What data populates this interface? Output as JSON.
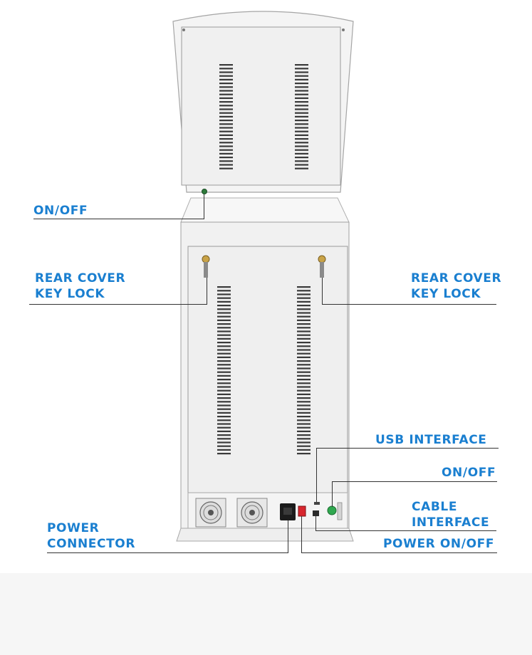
{
  "labels": {
    "on_off_top": "ON/OFF",
    "rear_cover_left_line1": "REAR COVER",
    "rear_cover_left_line2": "KEY LOCK",
    "rear_cover_right_line1": "REAR COVER",
    "rear_cover_right_line2": "KEY LOCK",
    "usb_interface": "USB INTERFACE",
    "on_off_right": "ON/OFF",
    "cable_interface_line1": "CABLE",
    "cable_interface_line2": "INTERFACE",
    "power_connector_line1": "POWER",
    "power_connector_line2": "CONNECTOR",
    "power_on_off": "POWER ON/OFF"
  },
  "colors": {
    "label_blue": "#1a7fd0",
    "body_white": "#f2f2f2",
    "outline_grey": "#9a9a9a",
    "switch_red": "#d8262e",
    "button_green": "#2fa84f"
  }
}
